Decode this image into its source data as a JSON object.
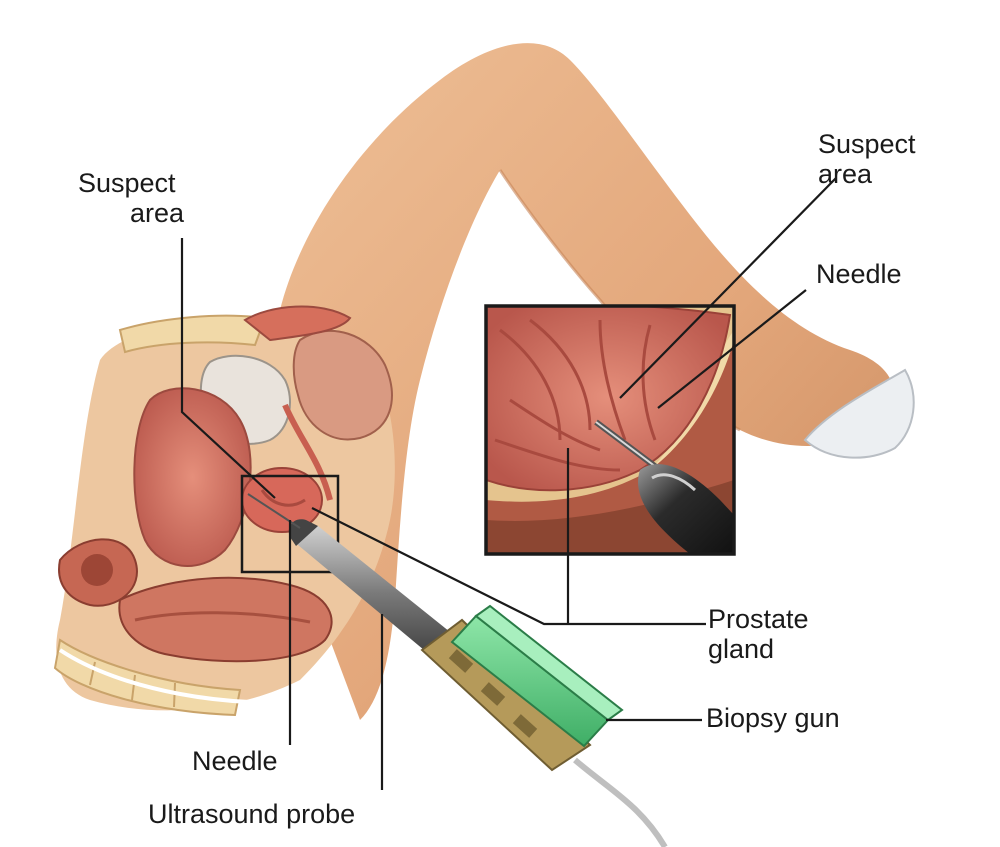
{
  "labels": {
    "suspect_left_line1": "Suspect",
    "suspect_left_line2": "area",
    "suspect_right_line1": "Suspect",
    "suspect_right_line2": "area",
    "needle_right": "Needle",
    "prostate_line1": "Prostate",
    "prostate_line2": "gland",
    "biopsy_gun": "Biopsy gun",
    "needle_bottom": "Needle",
    "ultrasound_probe": "Ultrasound probe"
  },
  "colors": {
    "skin": "#e6ad82",
    "skin_shadow": "#c98a5e",
    "tissue": "#d97a66",
    "tissue_dark": "#b4524a",
    "bone": "#f1d9a8",
    "gun_green": "#5fcf86",
    "gun_handle": "#b59a5a",
    "probe_metal": "#8a8a8a"
  }
}
